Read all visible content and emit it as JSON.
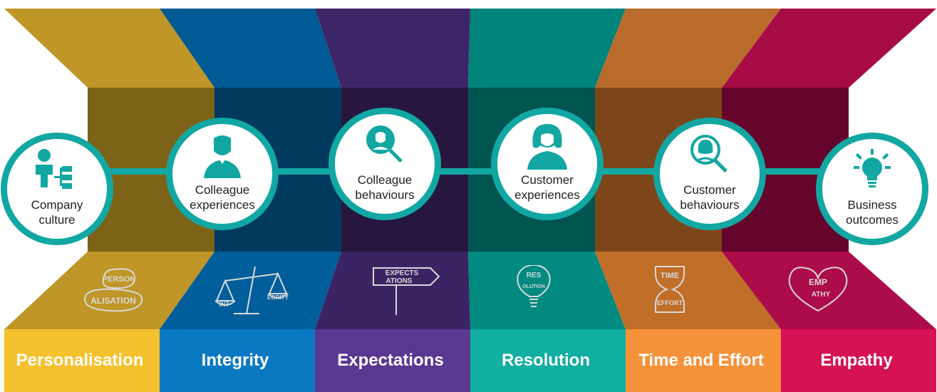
{
  "stages": [
    {
      "label": "Company\nculture",
      "icon": "org-chart-person-icon"
    },
    {
      "label": "Colleague\nexperiences",
      "icon": "colleague-icon"
    },
    {
      "label": "Colleague\nbehaviours",
      "icon": "colleague-search-icon"
    },
    {
      "label": "Customer\nexperiences",
      "icon": "customer-icon"
    },
    {
      "label": "Customer\nbehaviours",
      "icon": "customer-search-icon"
    },
    {
      "label": "Business\noutcomes",
      "icon": "lightbulb-icon"
    }
  ],
  "pillars": [
    {
      "label": "Personalisation",
      "emblem_text": [
        "PERSON",
        "ALISATION"
      ],
      "emblem": "personalisation-emblem-icon",
      "colors": {
        "top": "#bf9627",
        "back": "#7d6318",
        "floor": "#bf9627",
        "front": "#f4c12f"
      }
    },
    {
      "label": "Integrity",
      "emblem_text": [
        "INT-",
        "EGRITY"
      ],
      "emblem": "scales-icon",
      "colors": {
        "top": "#005a93",
        "back": "#003a5e",
        "floor": "#005e9b",
        "front": "#0a79c2"
      }
    },
    {
      "label": "Expectations",
      "emblem_text": [
        "EXPECTS",
        "ATIONS"
      ],
      "emblem": "signpost-icon",
      "colors": {
        "top": "#3d2668",
        "back": "#27173f",
        "floor": "#3b2463",
        "front": "#5a3791"
      }
    },
    {
      "label": "Resolution",
      "emblem_text": [
        "RES",
        "OLUTION"
      ],
      "emblem": "lightbulb-emblem-icon",
      "colors": {
        "top": "#00837a",
        "back": "#005550",
        "floor": "#008a80",
        "front": "#11aea2"
      }
    },
    {
      "label": "Time and Effort",
      "emblem_text": [
        "TIME",
        "EFFORT"
      ],
      "emblem": "hourglass-icon",
      "colors": {
        "top": "#b86b2b",
        "back": "#7c461a",
        "floor": "#c06e28",
        "front": "#f6923a"
      }
    },
    {
      "label": "Empathy",
      "emblem_text": [
        "EMP",
        "ATHY"
      ],
      "emblem": "heart-icon",
      "colors": {
        "top": "#a70b45",
        "back": "#66052c",
        "floor": "#ad0c4a",
        "front": "#d61257"
      }
    }
  ],
  "accent": "#12a7a2",
  "emblem_color": "#d9d9d9"
}
